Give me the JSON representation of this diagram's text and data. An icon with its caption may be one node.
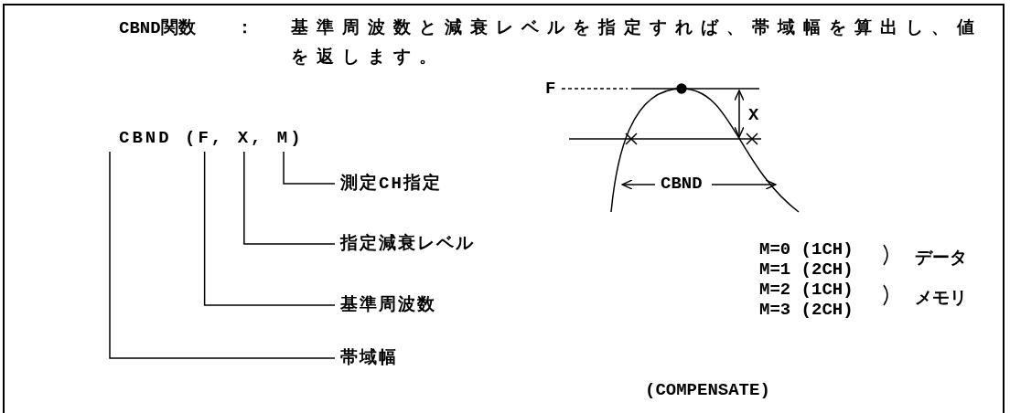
{
  "diagram": {
    "nodes": [
      {
        "text": [
          "CBND (F, X, M)"
        ]
      },
      {
        "text": [
          "測定CH指定"
        ]
      },
      {
        "text": [
          "指定減衰レベル"
        ]
      },
      {
        "text": [
          "基準周波数"
        ]
      },
      {
        "text": [
          "帯域幅"
        ]
      }
    ],
    "edges": [
      {
        "from": 1,
        "to": 0,
        "arrow": "none"
      },
      {
        "from": 2,
        "to": 0,
        "arrow": "none"
      },
      {
        "from": 3,
        "to": 0,
        "arrow": "none"
      },
      {
        "from": 4,
        "to": 0,
        "arrow": "none"
      }
    ],
    "labels": [
      "CBND関数",
      "：",
      "基準周波数と減衰レベルを指定すれば、帯域幅を算出し、値を返します。",
      "F",
      "X",
      "CBND",
      "M=0 (1CH)",
      "M=1 (2CH)",
      "データ",
      "M=2 (1CH)",
      "M=3 (2CH)",
      "メモリ",
      "(COMPENSATE)"
    ]
  }
}
